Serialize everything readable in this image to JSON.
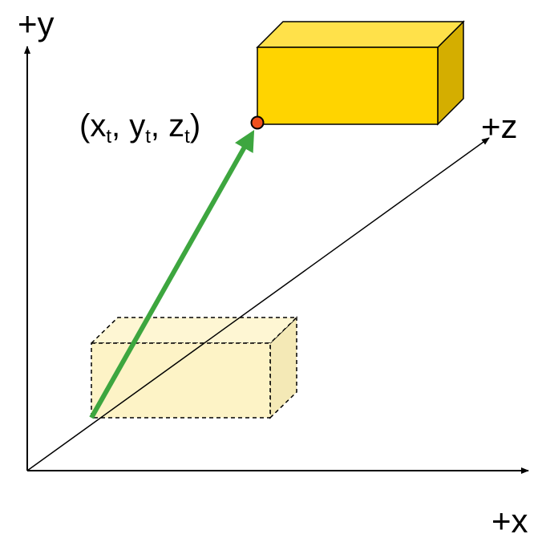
{
  "axes": {
    "y_label": "+y",
    "x_label": "+x",
    "z_label": "+z"
  },
  "point_label": {
    "open_paren": "(",
    "x_var": "x",
    "x_sub": "t",
    "sep1": ", ",
    "y_var": "y",
    "y_sub": "t",
    "sep2": ", ",
    "z_var": "z",
    "z_sub": "t",
    "close_paren": ")"
  },
  "colors": {
    "axis": "#000000",
    "box_front": "#FFD400",
    "box_top": "#FFE14A",
    "box_side": "#D4AE00",
    "ghost_front": "#FDF3C6",
    "ghost_top": "#FEF6D3",
    "ghost_side": "#F4E9B6",
    "vector": "#3DA63F",
    "point": "#F0501E"
  },
  "icons": {
    "translation_vector": "arrow-icon",
    "target_point": "dot-icon"
  }
}
